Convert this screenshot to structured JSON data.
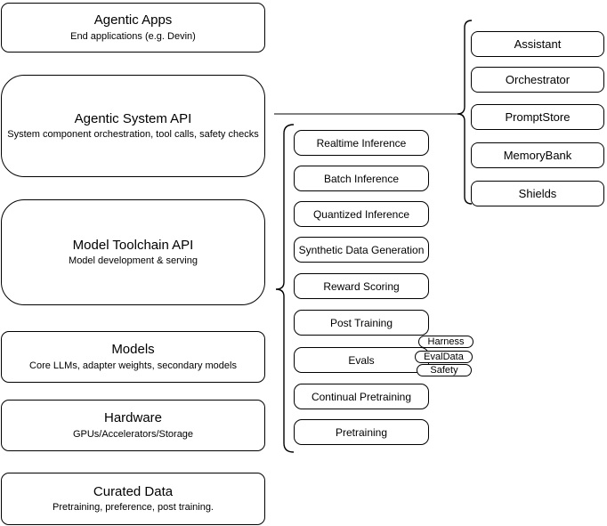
{
  "diagram": {
    "stack": [
      {
        "title": "Agentic Apps",
        "subtitle": "End applications (e.g. Devin)"
      },
      {
        "title": "Agentic System API",
        "subtitle": "System component orchestration, tool calls, safety checks"
      },
      {
        "title": "Model Toolchain API",
        "subtitle": "Model development & serving"
      },
      {
        "title": "Models",
        "subtitle": "Core LLMs, adapter weights, secondary models"
      },
      {
        "title": "Hardware",
        "subtitle": "GPUs/Accelerators/Storage"
      },
      {
        "title": "Curated Data",
        "subtitle": "Pretraining, preference, post training."
      }
    ],
    "toolchain": [
      "Realtime Inference",
      "Batch Inference",
      "Quantized Inference",
      "Synthetic Data Generation",
      "Reward Scoring",
      "Post Training",
      "Evals",
      "Continual Pretraining",
      "Pretraining"
    ],
    "eval_tags": [
      "Harness",
      "EvalData",
      "Safety"
    ],
    "system_components": [
      "Assistant",
      "Orchestrator",
      "PromptStore",
      "MemoryBank",
      "Shields"
    ],
    "colors": {
      "stroke": "#000000",
      "connector": "#595959",
      "background": "#ffffff"
    }
  }
}
